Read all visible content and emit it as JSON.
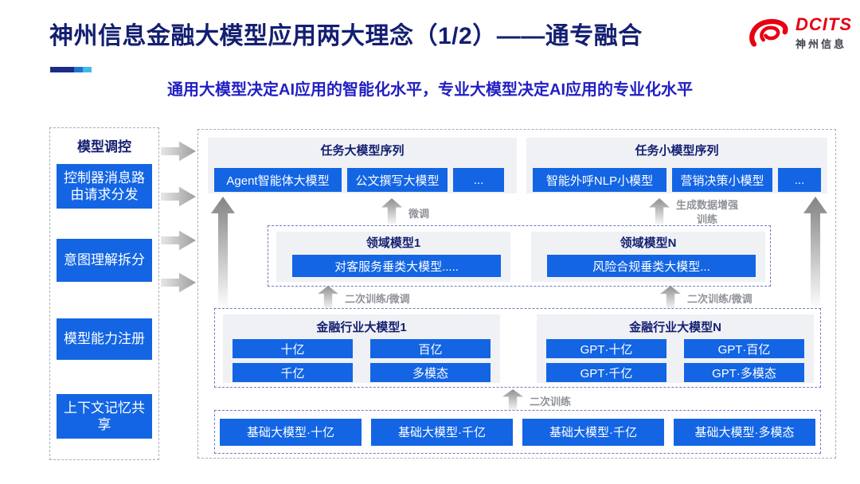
{
  "header": {
    "title": "神州信息金融大模型应用两大理念（1/2）——通专融合",
    "subtitle": "通用大模型决定AI应用的智能化水平，专业大模型决定AI应用的专业化水平",
    "logo": {
      "brand": "DCITS",
      "brand_cn": "神州信息",
      "brand_color": "#e60012"
    }
  },
  "sidebar": {
    "title": "模型调控",
    "items": [
      "控制器消息路由请求分发",
      "意图理解拆分",
      "模型能力注册",
      "上下文记忆共享"
    ]
  },
  "diagram": {
    "task_large": {
      "title": "任务大模型序列",
      "items": [
        "Agent智能体大模型",
        "公文撰写大模型",
        "..."
      ]
    },
    "task_small": {
      "title": "任务小模型序列",
      "items": [
        "智能外呼NLP小模型",
        "营销决策小模型",
        "..."
      ]
    },
    "arrows": {
      "fine_tune": "微调",
      "gen_data_train": "生成数据增强训练",
      "retrain_finetune": "二次训练/微调",
      "retrain": "二次训练"
    },
    "domain": {
      "groups": [
        {
          "title": "领域模型1",
          "item": "对客服务垂类大模型....."
        },
        {
          "title": "领域模型N",
          "item": "风险合规垂类大模型..."
        }
      ]
    },
    "industry": {
      "groups": [
        {
          "title": "金融行业大模型1",
          "items": [
            "十亿",
            "百亿",
            "千亿",
            "多模态"
          ]
        },
        {
          "title": "金融行业大模型N",
          "items": [
            "GPT·十亿",
            "GPT·百亿",
            "GPT·千亿",
            "GPT·多模态"
          ]
        }
      ]
    },
    "base": {
      "items": [
        "基础大模型·十亿",
        "基础大模型·千亿",
        "基础大模型·千亿",
        "基础大模型·多模态"
      ]
    }
  },
  "colors": {
    "box_blue": "#1365e4",
    "title_navy": "#131f70",
    "subtitle_blue": "#2220c2",
    "logo_red": "#e60012"
  }
}
